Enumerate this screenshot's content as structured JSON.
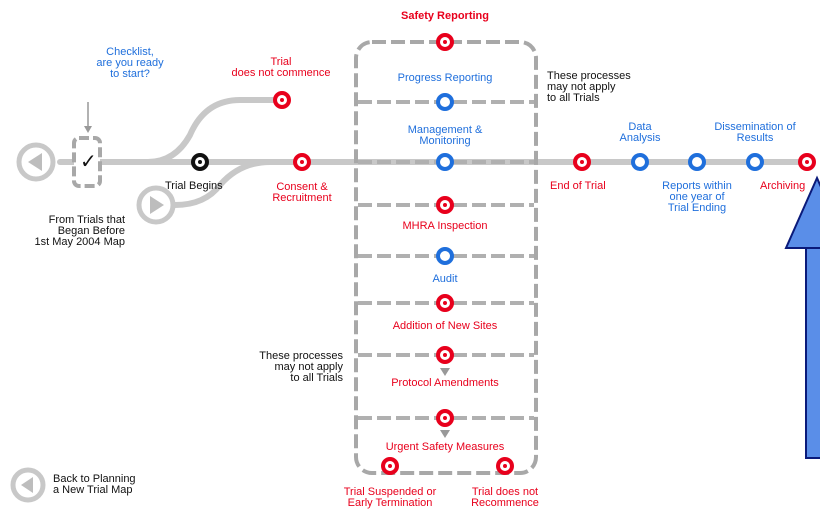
{
  "colors": {
    "red": "#e8001c",
    "blue": "#1f6fdc",
    "black": "#111111",
    "track": "#c8c8c8",
    "dash": "#a8a8a8",
    "arrow_fill": "#5a8ee8",
    "arrow_stroke": "#0a1a7a"
  },
  "labels": {
    "safety_reporting": "Safety Reporting",
    "checklist": "Checklist,\nare you ready\nto start?",
    "trial_not_commence": "Trial\ndoes not commence",
    "progress_reporting": "Progress Reporting",
    "may_not_apply_top": "These processes\nmay not apply\nto all Trials",
    "data_analysis": "Data\nAnalysis",
    "dissemination": "Dissemination of\nResults",
    "management": "Management &\nMonitoring",
    "trial_begins": "Trial Begins",
    "consent": "Consent &\nRecruitment",
    "end_of_trial": "End of Trial",
    "reports_within": "Reports within\none year of\nTrial Ending",
    "archiving": "Archiving",
    "from_trials": "From Trials that\nBegan Before\n1st May 2004 Map",
    "mhra": "MHRA Inspection",
    "audit": "Audit",
    "new_sites": "Addition of New Sites",
    "may_not_apply_bottom": "These processes\nmay not apply\nto all Trials",
    "protocol": "Protocol Amendments",
    "urgent": "Urgent Safety Measures",
    "back_to_planning": "Back to Planning\na New Trial Map",
    "suspended": "Trial Suspended or\nEarly Termination",
    "not_recommence": "Trial does not\nRecommence"
  },
  "icons": {
    "back": "back-arrow-icon",
    "forward": "forward-arrow-icon",
    "checklist": "checkmark-icon",
    "pointer": "blue-up-arrow-icon"
  }
}
